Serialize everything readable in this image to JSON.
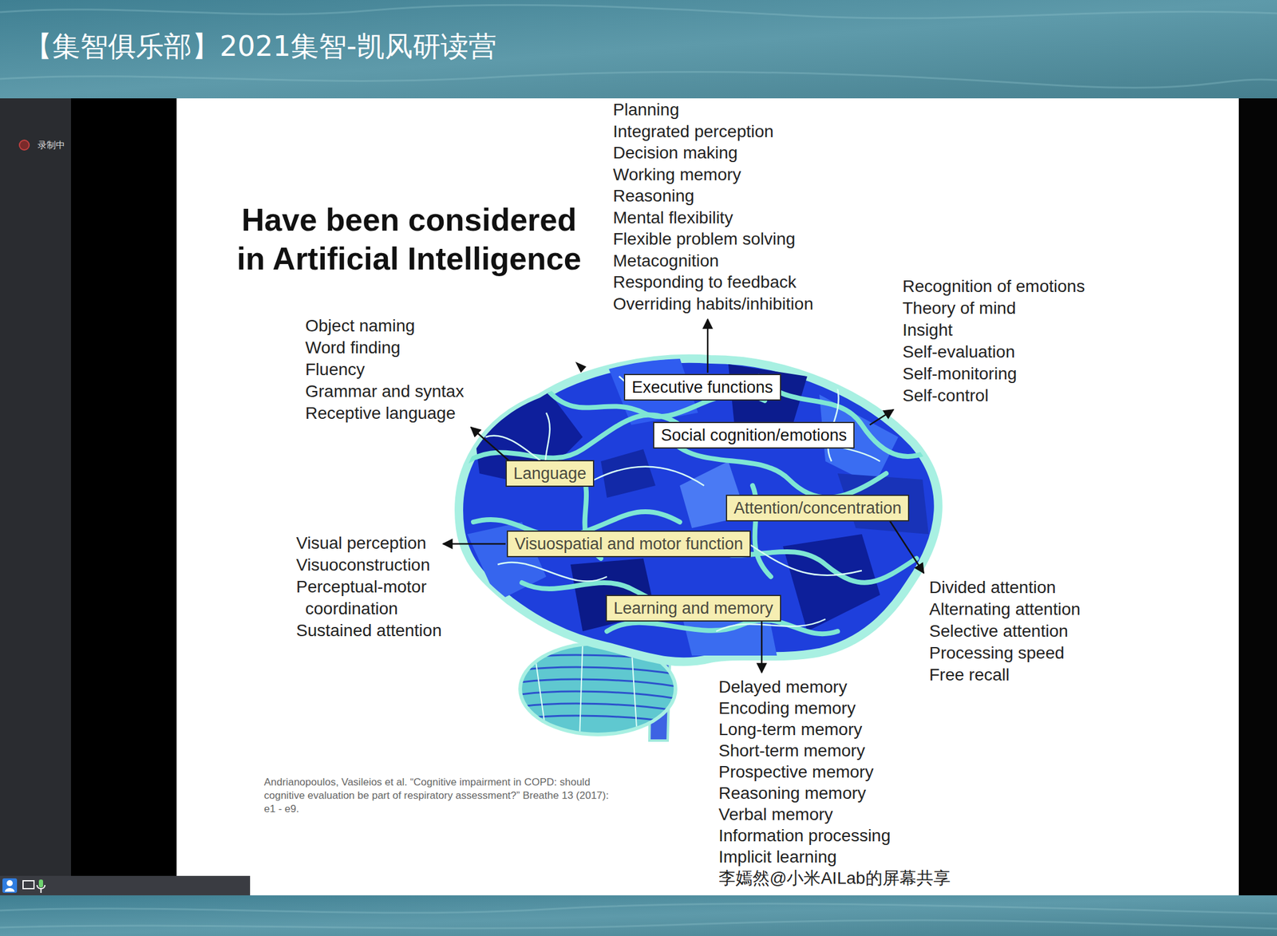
{
  "diagram": {
    "title": "Have been considered in Artificial Intelligence",
    "caption": "Andrianopoulos, Vasileios et al. “Cognitive impairment in COPD: should cognitive evaluation be part of respiratory assessment?” Breathe 13 (2017): e1 - e9.",
    "nodes": [
      {
        "text": [
          "Executive functions"
        ]
      },
      {
        "text": [
          "Social cognition/emotions"
        ]
      },
      {
        "text": [
          "Language"
        ]
      },
      {
        "text": [
          "Attention/concentration"
        ]
      },
      {
        "text": [
          "Visuospatial and motor function"
        ]
      },
      {
        "text": [
          "Learning and memory"
        ]
      }
    ],
    "labels": [
      "【集智俱乐部】2021集智-凯风研读营",
      "录制中",
      "Planning",
      "Integrated perception",
      "Decision making",
      "Working memory",
      "Reasoning",
      "Mental flexibility",
      "Flexible problem solving",
      "Metacognition",
      "Responding to feedback",
      "Overriding habits/inhibition",
      "Recognition of emotions",
      "Theory of mind",
      "Insight",
      "Self-evaluation",
      "Self-monitoring",
      "Self-control",
      "Object naming",
      "Word finding",
      "Fluency",
      "Grammar and syntax",
      "Receptive language",
      "Visual perception",
      "Visuoconstruction",
      "Perceptual-motor coordination",
      "Sustained attention",
      "Divided attention",
      "Alternating attention",
      "Selective attention",
      "Processing speed",
      "Free recall",
      "Delayed memory",
      "Encoding memory",
      "Long-term memory",
      "Short-term memory",
      "Prospective memory",
      "Reasoning memory",
      "Verbal memory",
      "Information processing",
      "Implicit learning",
      "李嫣然@小米AILab的屏幕共享"
    ]
  }
}
